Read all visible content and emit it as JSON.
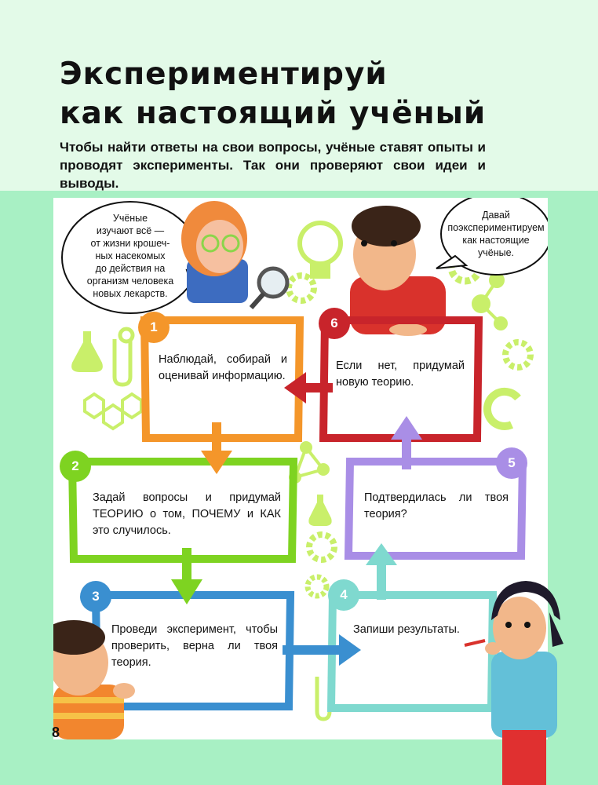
{
  "title": {
    "line1": "Экспериментируй",
    "line2": "как настоящий учёный"
  },
  "intro": "Чтобы найти ответы на свои вопросы, учёные ставят опыты и проводят эксперименты. Так они проверяют свои идеи и выводы.",
  "bubbles": {
    "girl": [
      "Учёные",
      "изучают всё —",
      "от жизни крошеч-",
      "ных насекомых",
      "до действия на",
      "организм человека",
      "новых лекарств."
    ],
    "boy": [
      "Давай",
      "поэкспериментируем",
      "как настоящие",
      "учёные."
    ]
  },
  "steps": [
    {
      "number": "1",
      "text": "Наблюдай, собирай и оценивай информацию.",
      "color": "#f4962a"
    },
    {
      "number": "2",
      "text": "Задай вопросы и придумай ТЕОРИЮ о том, ПОЧЕМУ и КАК это случилось.",
      "color": "#7ed321"
    },
    {
      "number": "3",
      "text": "Проведи эксперимент, чтобы проверить, верна ли твоя теория.",
      "color": "#3a8fd0"
    },
    {
      "number": "4",
      "text": "Запиши результаты.",
      "color": "#7fd9cf"
    },
    {
      "number": "5",
      "text": "Подтвердилась ли твоя теория?",
      "color": "#a98ee6"
    },
    {
      "number": "6",
      "text": "Если нет, придумай новую теорию.",
      "color": "#c8242b"
    }
  ],
  "colors": {
    "background": "#a8f0c4",
    "header": "#e3fae8",
    "decoration": "#c9ef6a"
  },
  "page_number": "8"
}
